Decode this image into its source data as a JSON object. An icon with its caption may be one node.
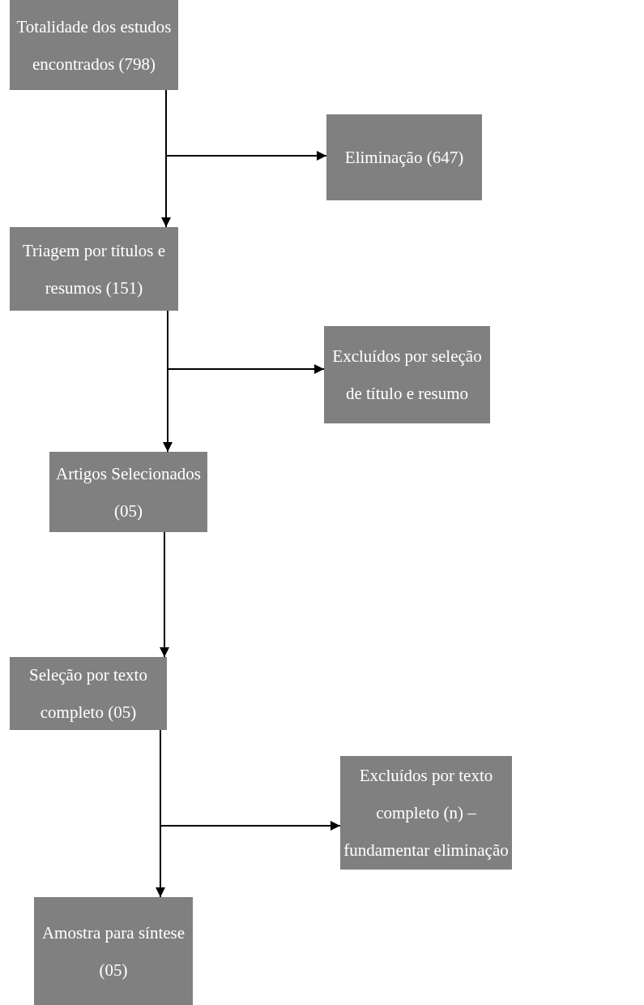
{
  "diagram": {
    "nodes": [
      {
        "text": [
          "Totalidade dos estudos encontrados (798)"
        ]
      },
      {
        "text": [
          "Eliminação (647)"
        ]
      },
      {
        "text": [
          "Triagem por títulos e resumos (151)"
        ]
      },
      {
        "text": [
          "Excluídos por seleção de título e resumo"
        ]
      },
      {
        "text": [
          "Artigos Selecionados (05)"
        ]
      },
      {
        "text": [
          "Seleção por texto completo (05)"
        ]
      },
      {
        "text": [
          "Excluídos por texto completo (n) – fundamentar eliminação"
        ]
      },
      {
        "text": [
          "Amostra para síntese (05)"
        ]
      }
    ],
    "edges": [
      {
        "from": 0,
        "to": 1,
        "arrow": "to"
      },
      {
        "from": 0,
        "to": 2,
        "arrow": "to"
      },
      {
        "from": 2,
        "to": 3,
        "arrow": "to"
      },
      {
        "from": 2,
        "to": 4,
        "arrow": "to"
      },
      {
        "from": 4,
        "to": 5,
        "arrow": "to"
      },
      {
        "from": 5,
        "to": 6,
        "arrow": "to"
      },
      {
        "from": 5,
        "to": 7,
        "arrow": "to"
      }
    ]
  }
}
